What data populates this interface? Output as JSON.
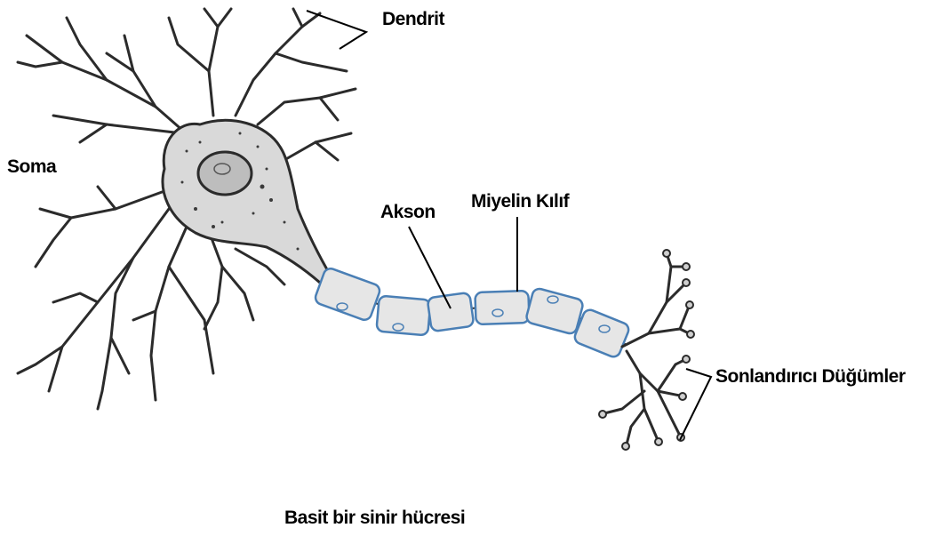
{
  "labels": {
    "dendrit": "Dendrit",
    "soma": "Soma",
    "akson": "Akson",
    "miyelin": "Miyelin Kılıf",
    "sonlandirici": "Sonlandırıcı Düğümler"
  },
  "caption": "Basit bir sinir hücresi",
  "colors": {
    "outline": "#2b2b2b",
    "cell_fill": "#d9d9d9",
    "myelin_fill": "#e6e6e6",
    "myelin_edge": "#4a7fb5"
  }
}
